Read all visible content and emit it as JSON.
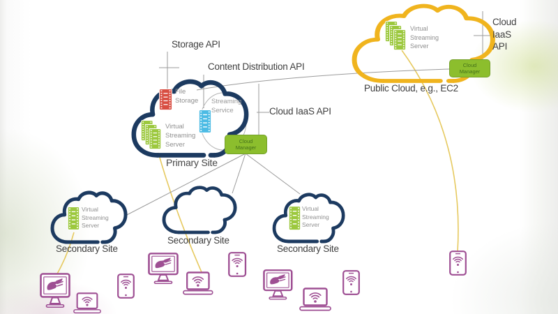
{
  "title": "Cloud streaming architecture diagram",
  "colors": {
    "navy_cloud": "#1c3a60",
    "public_cloud_yellow": "#f0b41e",
    "manager_green": "#8cbe2d",
    "server_green": "#9cc83e",
    "file_storage_red": "#d84e42",
    "streaming_blue": "#4cbbe4",
    "device_purple": "#9e4f93",
    "connector_gray": "#9a9a9a",
    "stream_yellow": "#e6c95f"
  },
  "api_labels": {
    "storage": "Storage API",
    "content_distribution": "Content Distribution API",
    "cloud_iaas_primary": "Cloud IaaS API",
    "cloud_iaas_public": "Cloud\nIaaS\nAPI"
  },
  "primary_site": {
    "name": "Primary Site",
    "file_storage_label": "File\nStorage",
    "streaming_service_label": "Streaming\nService",
    "virtual_streaming_server_label": "Virtual\nStreaming\nServer",
    "cloud_manager_label": "Cloud\nManager"
  },
  "public_cloud": {
    "name": "Public Cloud, e.g., EC2",
    "virtual_streaming_server_label": "Virtual\nStreaming\nServer",
    "cloud_manager_label": "Cloud\nManager"
  },
  "secondary_sites": [
    {
      "name": "Secondary Site",
      "virtual_streaming_server_label": "Virtual\nStreaming\nServer"
    },
    {
      "name": "Secondary Site"
    },
    {
      "name": "Secondary Site",
      "virtual_streaming_server_label": "Virtual\nStreaming\nServer"
    }
  ],
  "icons": {
    "cloud": "cloud-outline",
    "film_strip": "server-film-strip",
    "desktop": "desktop-with-hand",
    "laptop": "laptop-with-wifi",
    "smartphone": "smartphone-with-wifi"
  }
}
